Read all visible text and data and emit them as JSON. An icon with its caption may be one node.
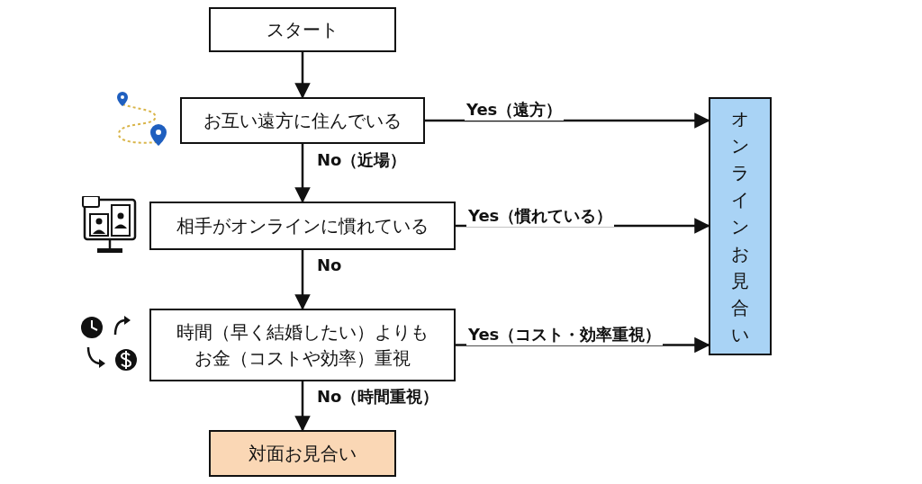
{
  "diagram": {
    "nodes": [
      {
        "text": [
          "スタート"
        ]
      },
      {
        "text": [
          "お互い遠方に住んでいる"
        ]
      },
      {
        "text": [
          "相手がオンラインに慣れている"
        ]
      },
      {
        "text": [
          "時間（早く結婚したい）よりもお金（コストや効率）重視"
        ]
      },
      {
        "text": [
          "対面お見合い"
        ]
      },
      {
        "text": [
          "オンラインお見合い"
        ]
      }
    ],
    "edges": [
      {
        "from": 0,
        "to": 1,
        "arrow": "to"
      },
      {
        "from": 1,
        "to": 5,
        "arrow": "to",
        "label": "Yes（遠方）"
      },
      {
        "from": 1,
        "to": 2,
        "arrow": "to",
        "label": "No（近場）"
      },
      {
        "from": 2,
        "to": 5,
        "arrow": "to",
        "label": "Yes（慣れている）"
      },
      {
        "from": 2,
        "to": 3,
        "arrow": "to",
        "label": "No"
      },
      {
        "from": 3,
        "to": 5,
        "arrow": "to",
        "label": "Yes（コスト・効率重視）"
      },
      {
        "from": 3,
        "to": 4,
        "arrow": "to",
        "label": "No（時間重視）"
      }
    ]
  }
}
